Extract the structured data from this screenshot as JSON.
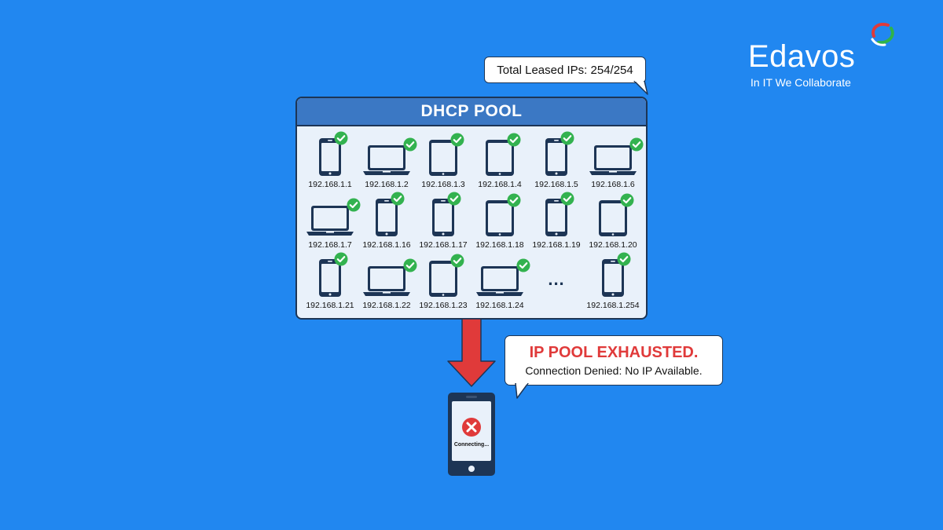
{
  "brand": {
    "name": "Edavos",
    "tagline": "In IT We Collaborate",
    "swoosh_colors": [
      "#e03a3a",
      "#2fb34a",
      "#ffffff"
    ]
  },
  "lease_status": {
    "text": "Total Leased IPs: 254/254"
  },
  "pool": {
    "title": "DHCP POOL",
    "devices": [
      {
        "type": "phone",
        "ip": "192.168.1.1"
      },
      {
        "type": "laptop",
        "ip": "192.168.1.2"
      },
      {
        "type": "tablet",
        "ip": "192.168.1.3"
      },
      {
        "type": "tablet",
        "ip": "192.168.1.4"
      },
      {
        "type": "phone",
        "ip": "192.168.1.5"
      },
      {
        "type": "laptop",
        "ip": "192.168.1.6"
      },
      {
        "type": "laptop",
        "ip": "192.168.1.7"
      },
      {
        "type": "phone",
        "ip": "192.168.1.16"
      },
      {
        "type": "phone",
        "ip": "192.168.1.17"
      },
      {
        "type": "tablet",
        "ip": "192.168.1.18"
      },
      {
        "type": "phone",
        "ip": "192.168.1.19"
      },
      {
        "type": "tablet",
        "ip": "192.168.1.20"
      },
      {
        "type": "phone",
        "ip": "192.168.1.21"
      },
      {
        "type": "laptop",
        "ip": "192.168.1.22"
      },
      {
        "type": "tablet",
        "ip": "192.168.1.23"
      },
      {
        "type": "laptop",
        "ip": "192.168.1.24"
      },
      {
        "type": "ellipsis",
        "ip": "",
        "label": "..."
      },
      {
        "type": "phone",
        "ip": "192.168.1.254"
      }
    ],
    "leased_icon": "check-circle-icon",
    "leased_color": "#33b24f"
  },
  "alert": {
    "title": "IP POOL EXHAUSTED.",
    "message": "Connection Denied: No IP Available.",
    "title_color": "#e03a3a"
  },
  "client": {
    "status": "Connecting...",
    "icon": "error-x-icon",
    "error_color": "#e03a3a"
  },
  "colors": {
    "background": "#2187f0",
    "outline": "#1d3555",
    "pool_header": "#3b78c4",
    "arrow": "#e03a3a"
  }
}
